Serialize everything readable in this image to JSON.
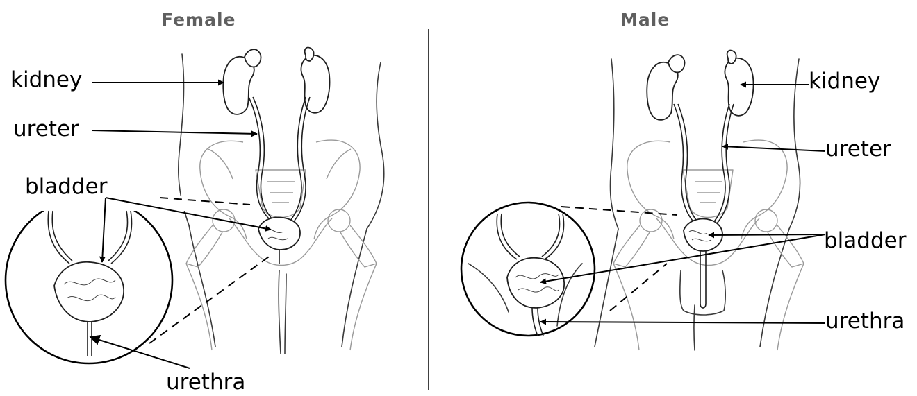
{
  "headings": {
    "female": "Female",
    "male": "Male"
  },
  "female_labels": {
    "kidney": "kidney",
    "ureter": "ureter",
    "bladder": "bladder",
    "urethra": "urethra"
  },
  "male_labels": {
    "kidney": "kidney",
    "ureter": "ureter",
    "bladder": "bladder",
    "urethra": "urethra"
  },
  "colors": {
    "heading": "#5f5f5f",
    "label": "#000000",
    "bone": "#9a9a9a",
    "outline": "#3a3a3a",
    "background": "#ffffff"
  }
}
